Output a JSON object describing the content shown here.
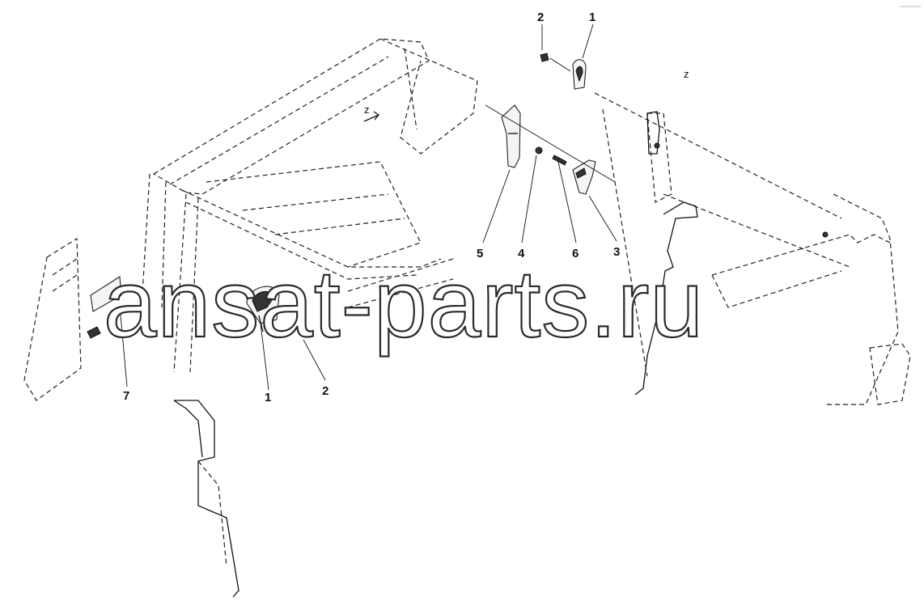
{
  "watermark": "ansat-parts.ru",
  "view_labels": [
    "z",
    "z"
  ],
  "callouts": {
    "left_1": "1",
    "left_2": "2",
    "left_7": "7",
    "top_2": "2",
    "top_1": "1",
    "mid_5": "5",
    "mid_4": "4",
    "mid_6": "6",
    "mid_3": "3"
  },
  "colors": {
    "line": "#222222",
    "background": "#ffffff"
  }
}
